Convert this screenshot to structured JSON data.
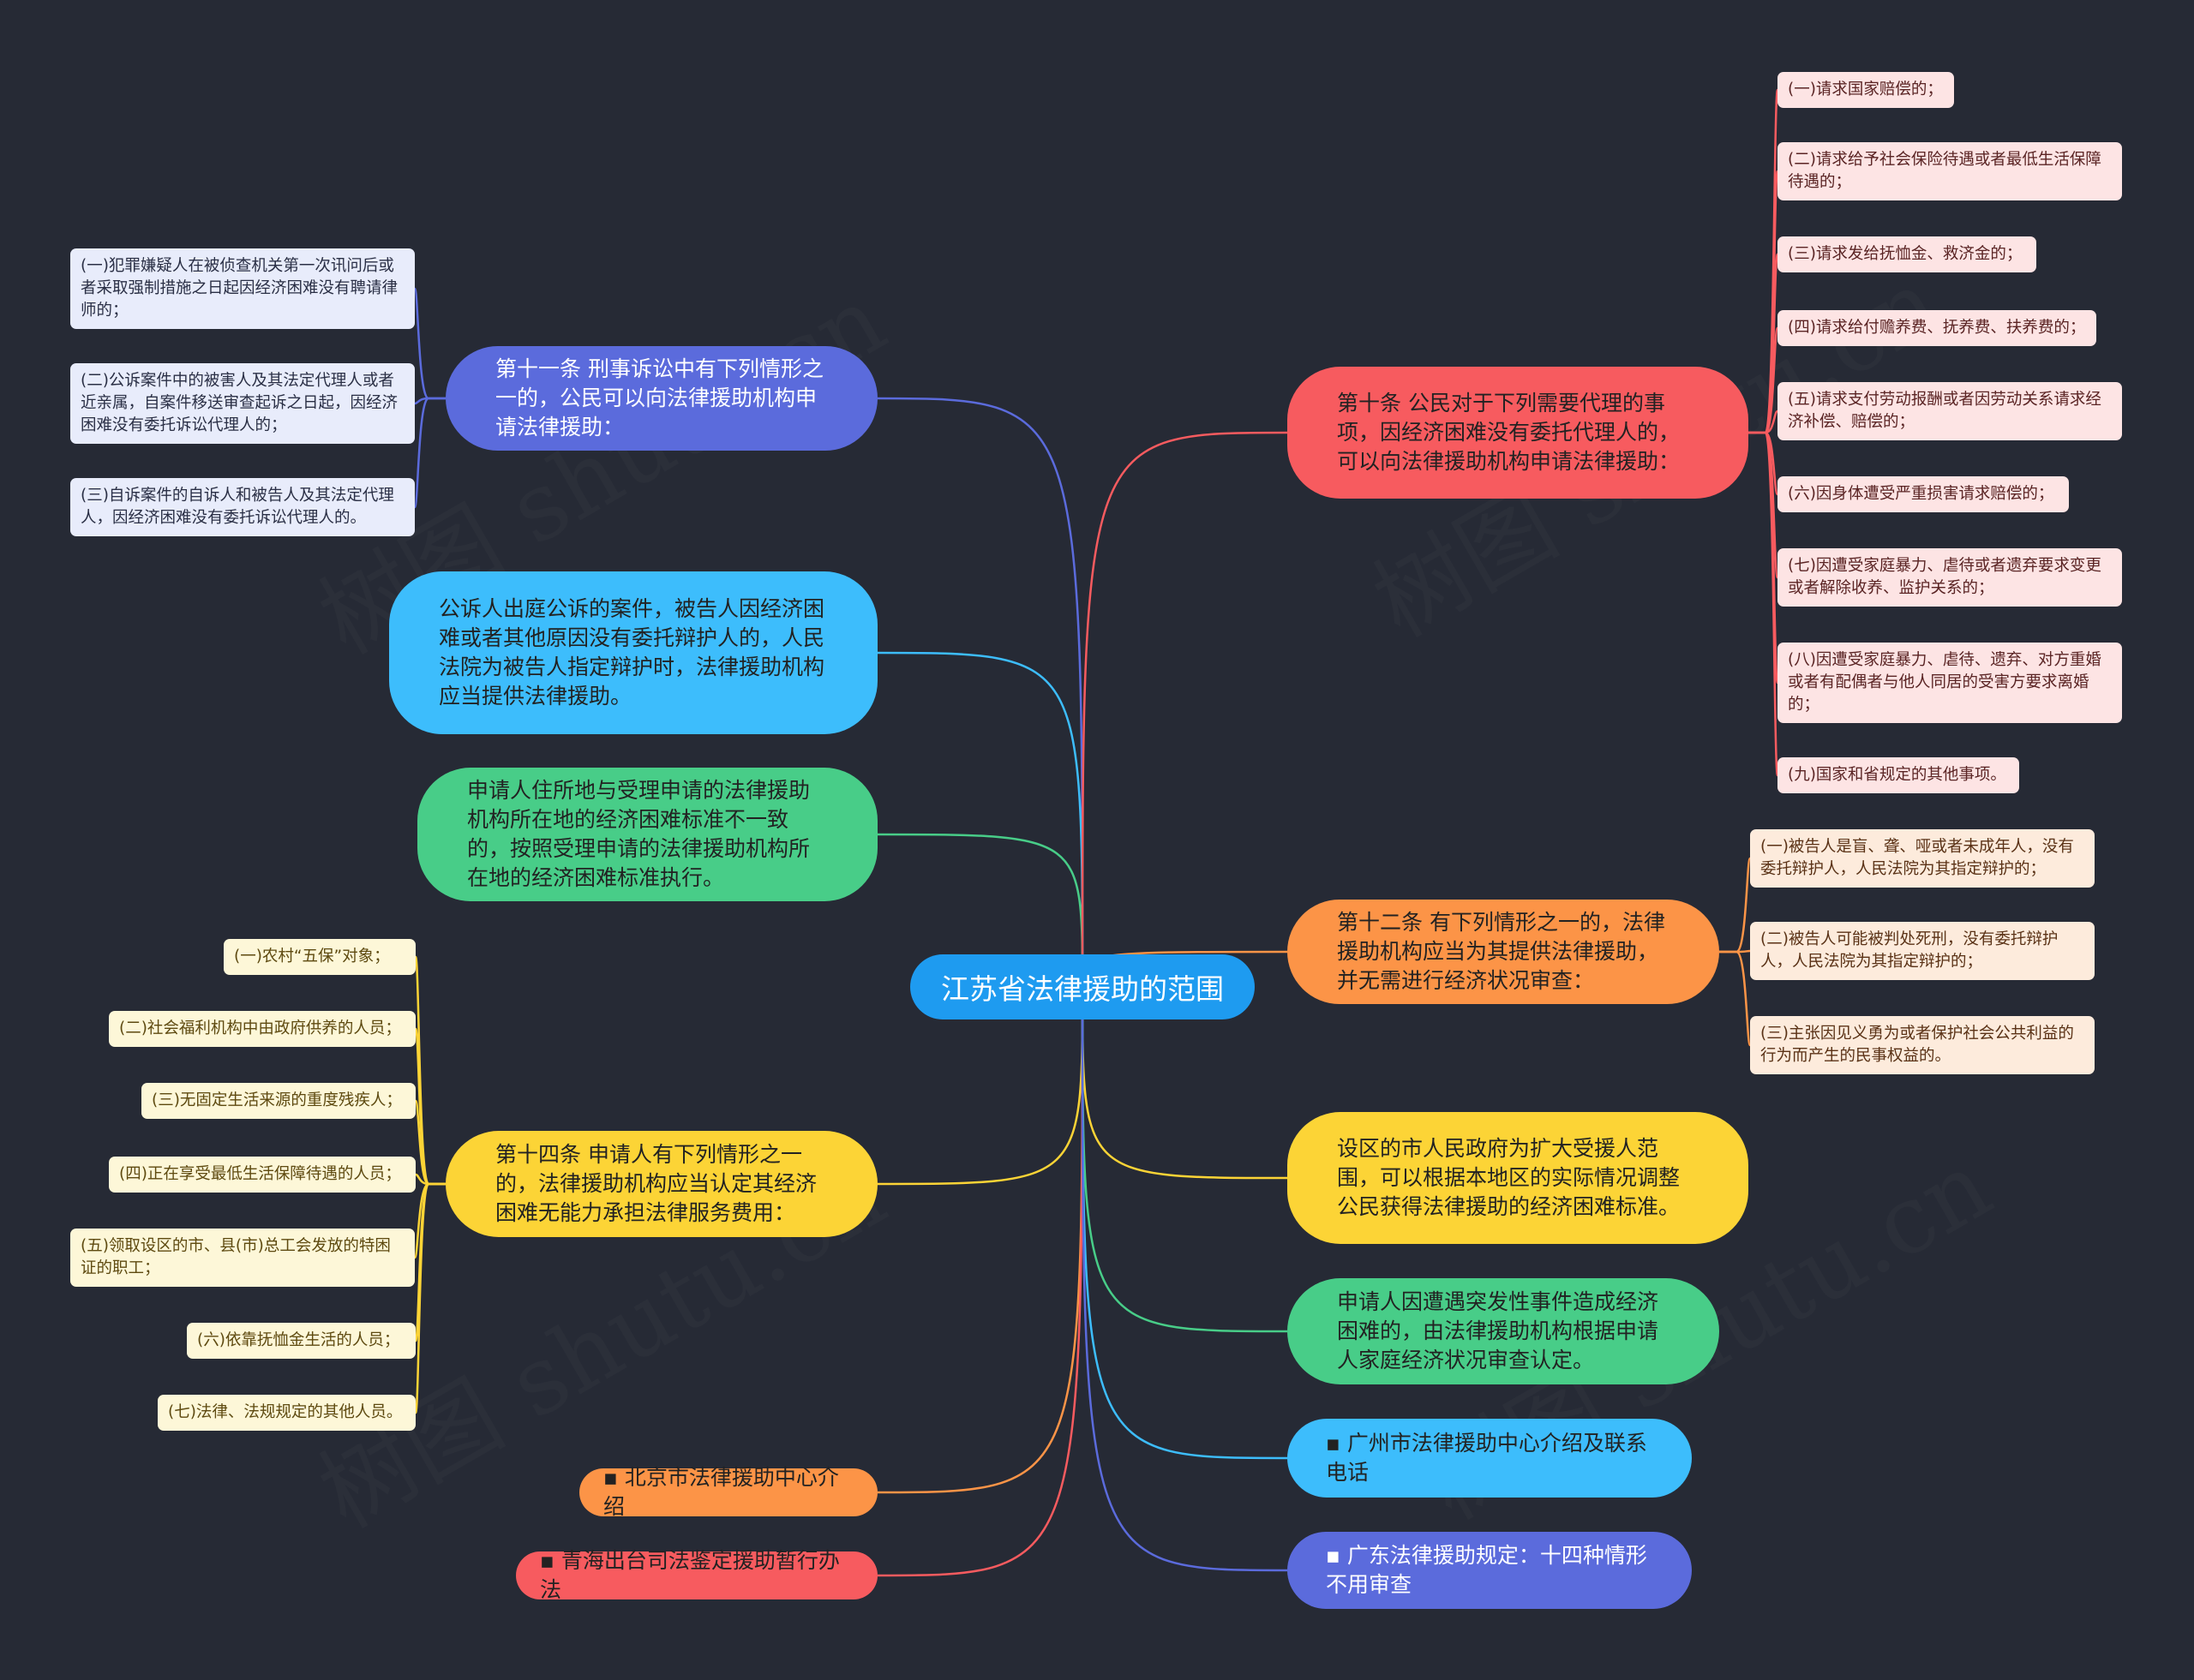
{
  "colors": {
    "background": "#262a35",
    "root": "#1e9bf0",
    "blue": "#5b6bdc",
    "sky": "#3dbdfc",
    "green": "#48cd88",
    "yellow": "#fcd436",
    "red": "#f75b5f",
    "orange": "#fc9447",
    "leaf_blue_bg": "#e8ecfb",
    "leaf_yellow_bg": "#fdf7d8",
    "leaf_red_bg": "#fde4e4",
    "leaf_orange_bg": "#fdebdc"
  },
  "root": {
    "label": "江苏省法律援助的范围"
  },
  "branches": {
    "b11": {
      "label": "第十一条 刑事诉讼中有下列情形之一的，公民可以向法律援助机构申请法律援助：",
      "items": [
        "(一)犯罪嫌疑人在被侦查机关第一次讯问后或者采取强制措施之日起因经济困难没有聘请律师的；",
        "(二)公诉案件中的被害人及其法定代理人或者近亲属，自案件移送审查起诉之日起，因经济困难没有委托诉讼代理人的；",
        "(三)自诉案件的自诉人和被告人及其法定代理人，因经济困难没有委托诉讼代理人的。"
      ]
    },
    "public": {
      "label": "公诉人出庭公诉的案件，被告人因经济困难或者其他原因没有委托辩护人的，人民法院为被告人指定辩护时，法律援助机构应当提供法律援助。"
    },
    "standard": {
      "label": "申请人住所地与受理申请的法律援助机构所在地的经济困难标准不一致的，按照受理申请的法律援助机构所在地的经济困难标准执行。"
    },
    "b14": {
      "label": "第十四条 申请人有下列情形之一的，法律援助机构应当认定其经济困难无能力承担法律服务费用：",
      "items": [
        "(一)农村“五保”对象；",
        "(二)社会福利机构中由政府供养的人员；",
        "(三)无固定生活来源的重度残疾人；",
        "(四)正在享受最低生活保障待遇的人员；",
        "(五)领取设区的市、县(市)总工会发放的特困证的职工；",
        "(六)依靠抚恤金生活的人员；",
        "(七)法律、法规规定的其他人员。"
      ]
    },
    "beijing": {
      "label": "▪ 北京市法律援助中心介绍"
    },
    "qinghai": {
      "label": "▪ 青海出台司法鉴定援助暂行办法"
    },
    "b10": {
      "label": "第十条 公民对于下列需要代理的事项，因经济困难没有委托代理人的，可以向法律援助机构申请法律援助：",
      "items": [
        "(一)请求国家赔偿的；",
        "(二)请求给予社会保险待遇或者最低生活保障待遇的；",
        "(三)请求发给抚恤金、救济金的；",
        "(四)请求给付赡养费、抚养费、扶养费的；",
        "(五)请求支付劳动报酬或者因劳动关系请求经济补偿、赔偿的；",
        "(六)因身体遭受严重损害请求赔偿的；",
        "(七)因遭受家庭暴力、虐待或者遗弃要求变更或者解除收养、监护关系的；",
        "(八)因遭受家庭暴力、虐待、遗弃、对方重婚或者有配偶者与他人同居的受害方要求离婚的；",
        "(九)国家和省规定的其他事项。"
      ]
    },
    "b12": {
      "label": "第十二条 有下列情形之一的，法律援助机构应当为其提供法律援助，并无需进行经济状况审查：",
      "items": [
        "(一)被告人是盲、聋、哑或者未成年人，没有委托辩护人，人民法院为其指定辩护的；",
        "(二)被告人可能被判处死刑，没有委托辩护人，人民法院为其指定辩护的；",
        "(三)主张因见义勇为或者保护社会公共利益的行为而产生的民事权益的。"
      ]
    },
    "city": {
      "label": "设区的市人民政府为扩大受援人范围，可以根据本地区的实际情况调整公民获得法律援助的经济困难标准。"
    },
    "sudden": {
      "label": "申请人因遭遇突发性事件造成经济困难的，由法律援助机构根据申请人家庭经济状况审查认定。"
    },
    "guangzhou": {
      "label": "▪  广州市法律援助中心介绍及联系电话"
    },
    "guangdong": {
      "label": "▪ 广东法律援助规定：十四种情形不用审查"
    }
  }
}
